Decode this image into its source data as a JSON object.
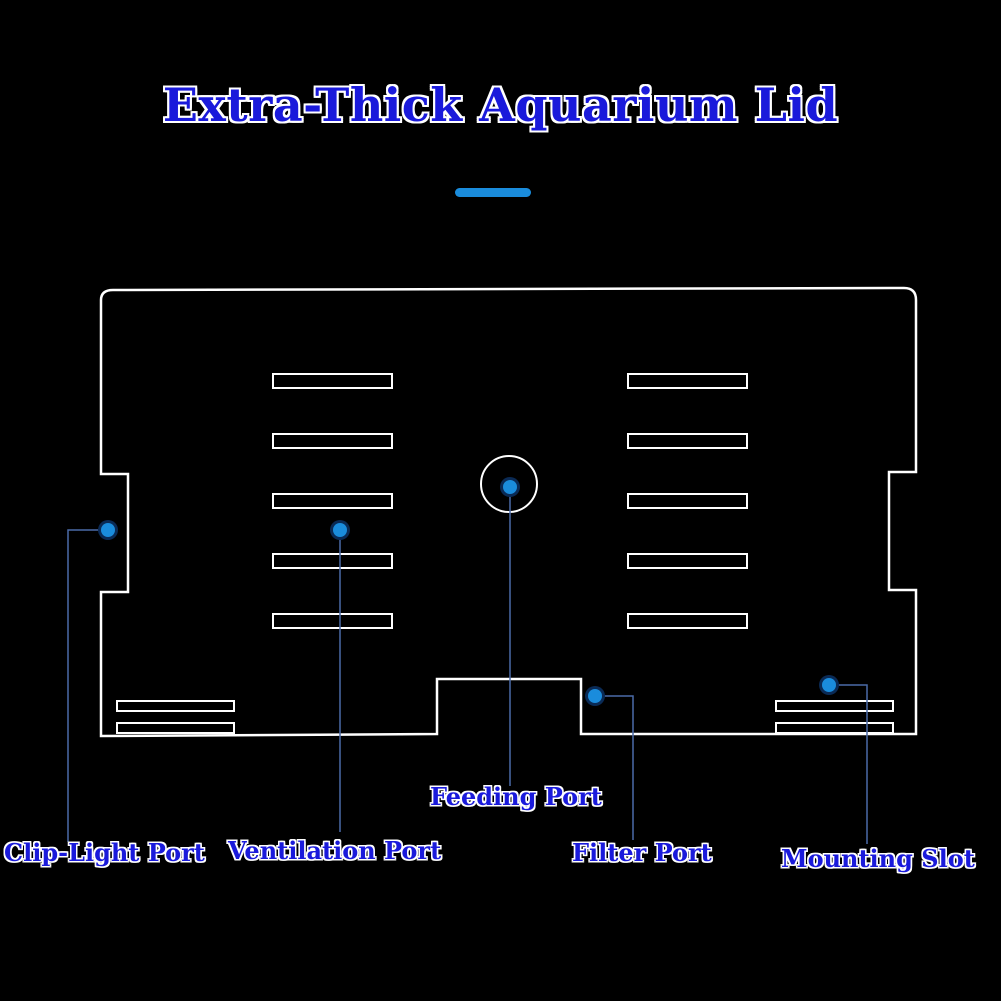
{
  "title": "Extra-Thick Aquarium Lid",
  "colors": {
    "background": "#000000",
    "outline": "#ffffff",
    "accent": "#1a8cdc",
    "label_text": "#1a1adb",
    "leader_line": "#4a6aa8"
  },
  "callouts": [
    {
      "id": "clip-light",
      "label": "Clip-Light Port"
    },
    {
      "id": "ventilation",
      "label": "Ventilation Port"
    },
    {
      "id": "feeding",
      "label": "Feeding Port"
    },
    {
      "id": "filter",
      "label": "Filter Port"
    },
    {
      "id": "mounting",
      "label": "Mounting Slot"
    }
  ]
}
